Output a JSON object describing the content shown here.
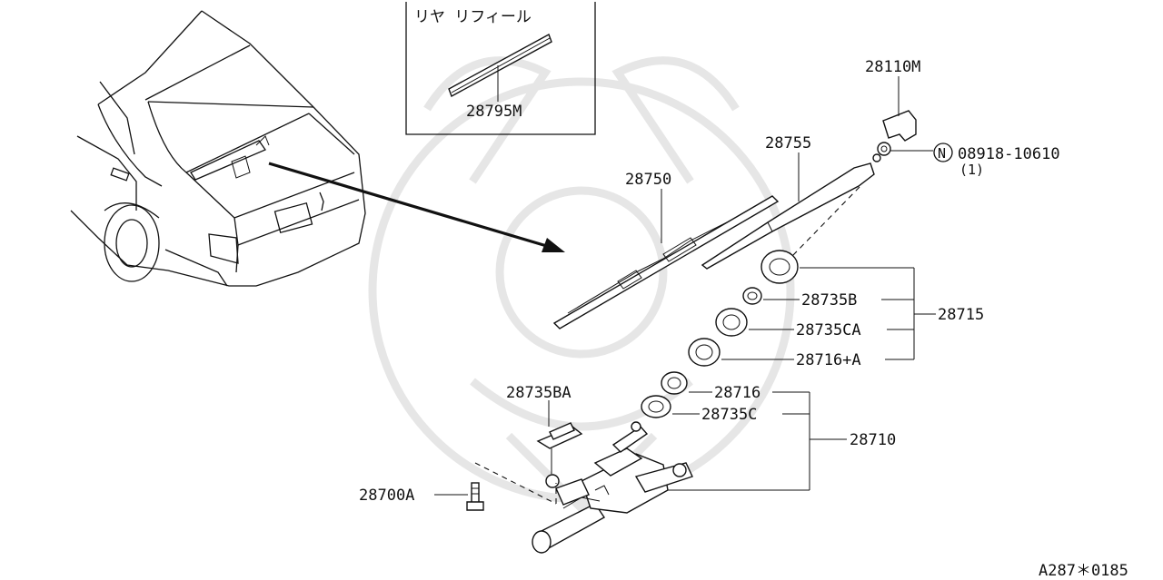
{
  "inset": {
    "title": "リヤ リフィール",
    "part": "28795M"
  },
  "parts": {
    "p28110M": "28110M",
    "p28755": "28755",
    "p08918": "08918-10610",
    "p08918_qty": "(1)",
    "p08918_marker": "N",
    "p28750": "28750",
    "p28735B": "28735B",
    "p28735CA": "28735CA",
    "p28716A": "28716+A",
    "p28715": "28715",
    "p28735BA": "28735BA",
    "p28716": "28716",
    "p28735C": "28735C",
    "p28710": "28710",
    "p28700A": "28700A"
  },
  "footer": {
    "code": "A287＊0185"
  }
}
